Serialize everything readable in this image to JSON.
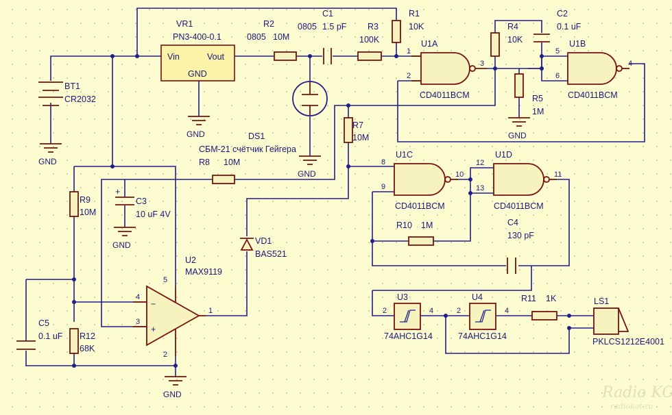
{
  "components": {
    "vr1": {
      "ref": "VR1",
      "part": "PN3-400-0.1",
      "vin": "Vin",
      "vout": "Vout",
      "gnd": "GND"
    },
    "r2": {
      "ref": "R2",
      "size": "0805",
      "value": "10M"
    },
    "c1": {
      "ref": "C1",
      "size": "0805",
      "value": "1.5 pF"
    },
    "r3": {
      "ref": "R3",
      "value": "100K"
    },
    "r1": {
      "ref": "R1",
      "value": "10K"
    },
    "r4": {
      "ref": "R4",
      "value": "10K"
    },
    "c2": {
      "ref": "C2",
      "value": "0.1 uF"
    },
    "u1a": {
      "ref": "U1A",
      "part": "CD4011BCM",
      "pins": [
        "1",
        "2",
        "3"
      ]
    },
    "u1b": {
      "ref": "U1B",
      "part": "CD4011BCM",
      "pins": [
        "5",
        "6",
        "4"
      ]
    },
    "r5": {
      "ref": "R5",
      "value": "1M"
    },
    "bt1": {
      "ref": "BT1",
      "part": "CR2032"
    },
    "ds1": {
      "ref": "DS1",
      "part": "СБМ-21 счётчик Гейгера"
    },
    "r7": {
      "ref": "R7",
      "value": "10M"
    },
    "r8": {
      "ref": "R8",
      "value": "10M"
    },
    "u1c": {
      "ref": "U1C",
      "part": "CD4011BCM",
      "pins": [
        "8",
        "9",
        "10"
      ]
    },
    "u1d": {
      "ref": "U1D",
      "part": "CD4011BCM",
      "pins": [
        "12",
        "13",
        "11"
      ]
    },
    "r9": {
      "ref": "R9",
      "value": "10M"
    },
    "c3": {
      "ref": "C3",
      "value": "10 uF 4V",
      "plus": "+"
    },
    "r10": {
      "ref": "R10",
      "value": "1M"
    },
    "c4": {
      "ref": "C4",
      "value": "130 pF"
    },
    "vd1": {
      "ref": "VD1",
      "part": "BAS521"
    },
    "u2": {
      "ref": "U2",
      "part": "MAX9119",
      "pins": [
        "4",
        "3",
        "1",
        "5",
        "2"
      ],
      "minus": "−",
      "plus": "+"
    },
    "c5": {
      "ref": "C5",
      "value": "0.1 uF"
    },
    "r12": {
      "ref": "R12",
      "value": "68K"
    },
    "u3": {
      "ref": "U3",
      "part": "74AHC1G14",
      "pins": [
        "2",
        "4"
      ]
    },
    "u4": {
      "ref": "U4",
      "part": "74AHC1G14",
      "pins": [
        "2",
        "4"
      ]
    },
    "r11": {
      "ref": "R11",
      "value": "1K"
    },
    "ls1": {
      "ref": "LS1",
      "part": "PKLCS1212E4001"
    }
  },
  "gnd_label": "GND",
  "watermark": {
    "line1": "Radio KOT",
    "line2": "radiokot.ru"
  }
}
